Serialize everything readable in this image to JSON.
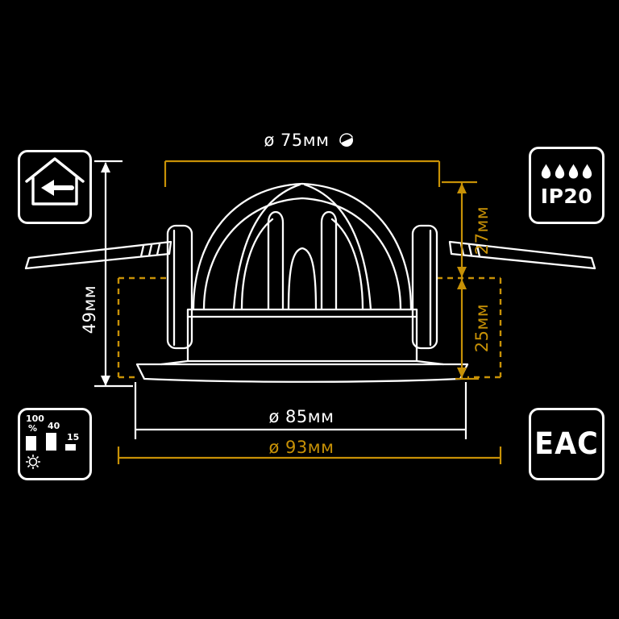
{
  "dimensions": {
    "top_diameter": "ø 75мм",
    "height": "49мм",
    "above_ceiling": "27мм",
    "recess_depth": "25мм",
    "flange_diameter": "ø 85мм",
    "cutout_diameter": "ø 93мм"
  },
  "badges": {
    "ip": {
      "label": "IP20"
    },
    "eac": {
      "label": "EAC"
    },
    "dimming": {
      "level1": "100",
      "percent": "%",
      "level2": "40",
      "level3": "15"
    }
  },
  "icons": {
    "top_left": "house-arrow-indoor-icon",
    "top_right": "water-drops-icon",
    "bottom_left": "dimming-bars-sun-moon-icon",
    "top_center": "tilt-lamp-icon"
  },
  "colors": {
    "accent": "#C79106",
    "line": "#FFFFFF",
    "background": "#000000"
  }
}
